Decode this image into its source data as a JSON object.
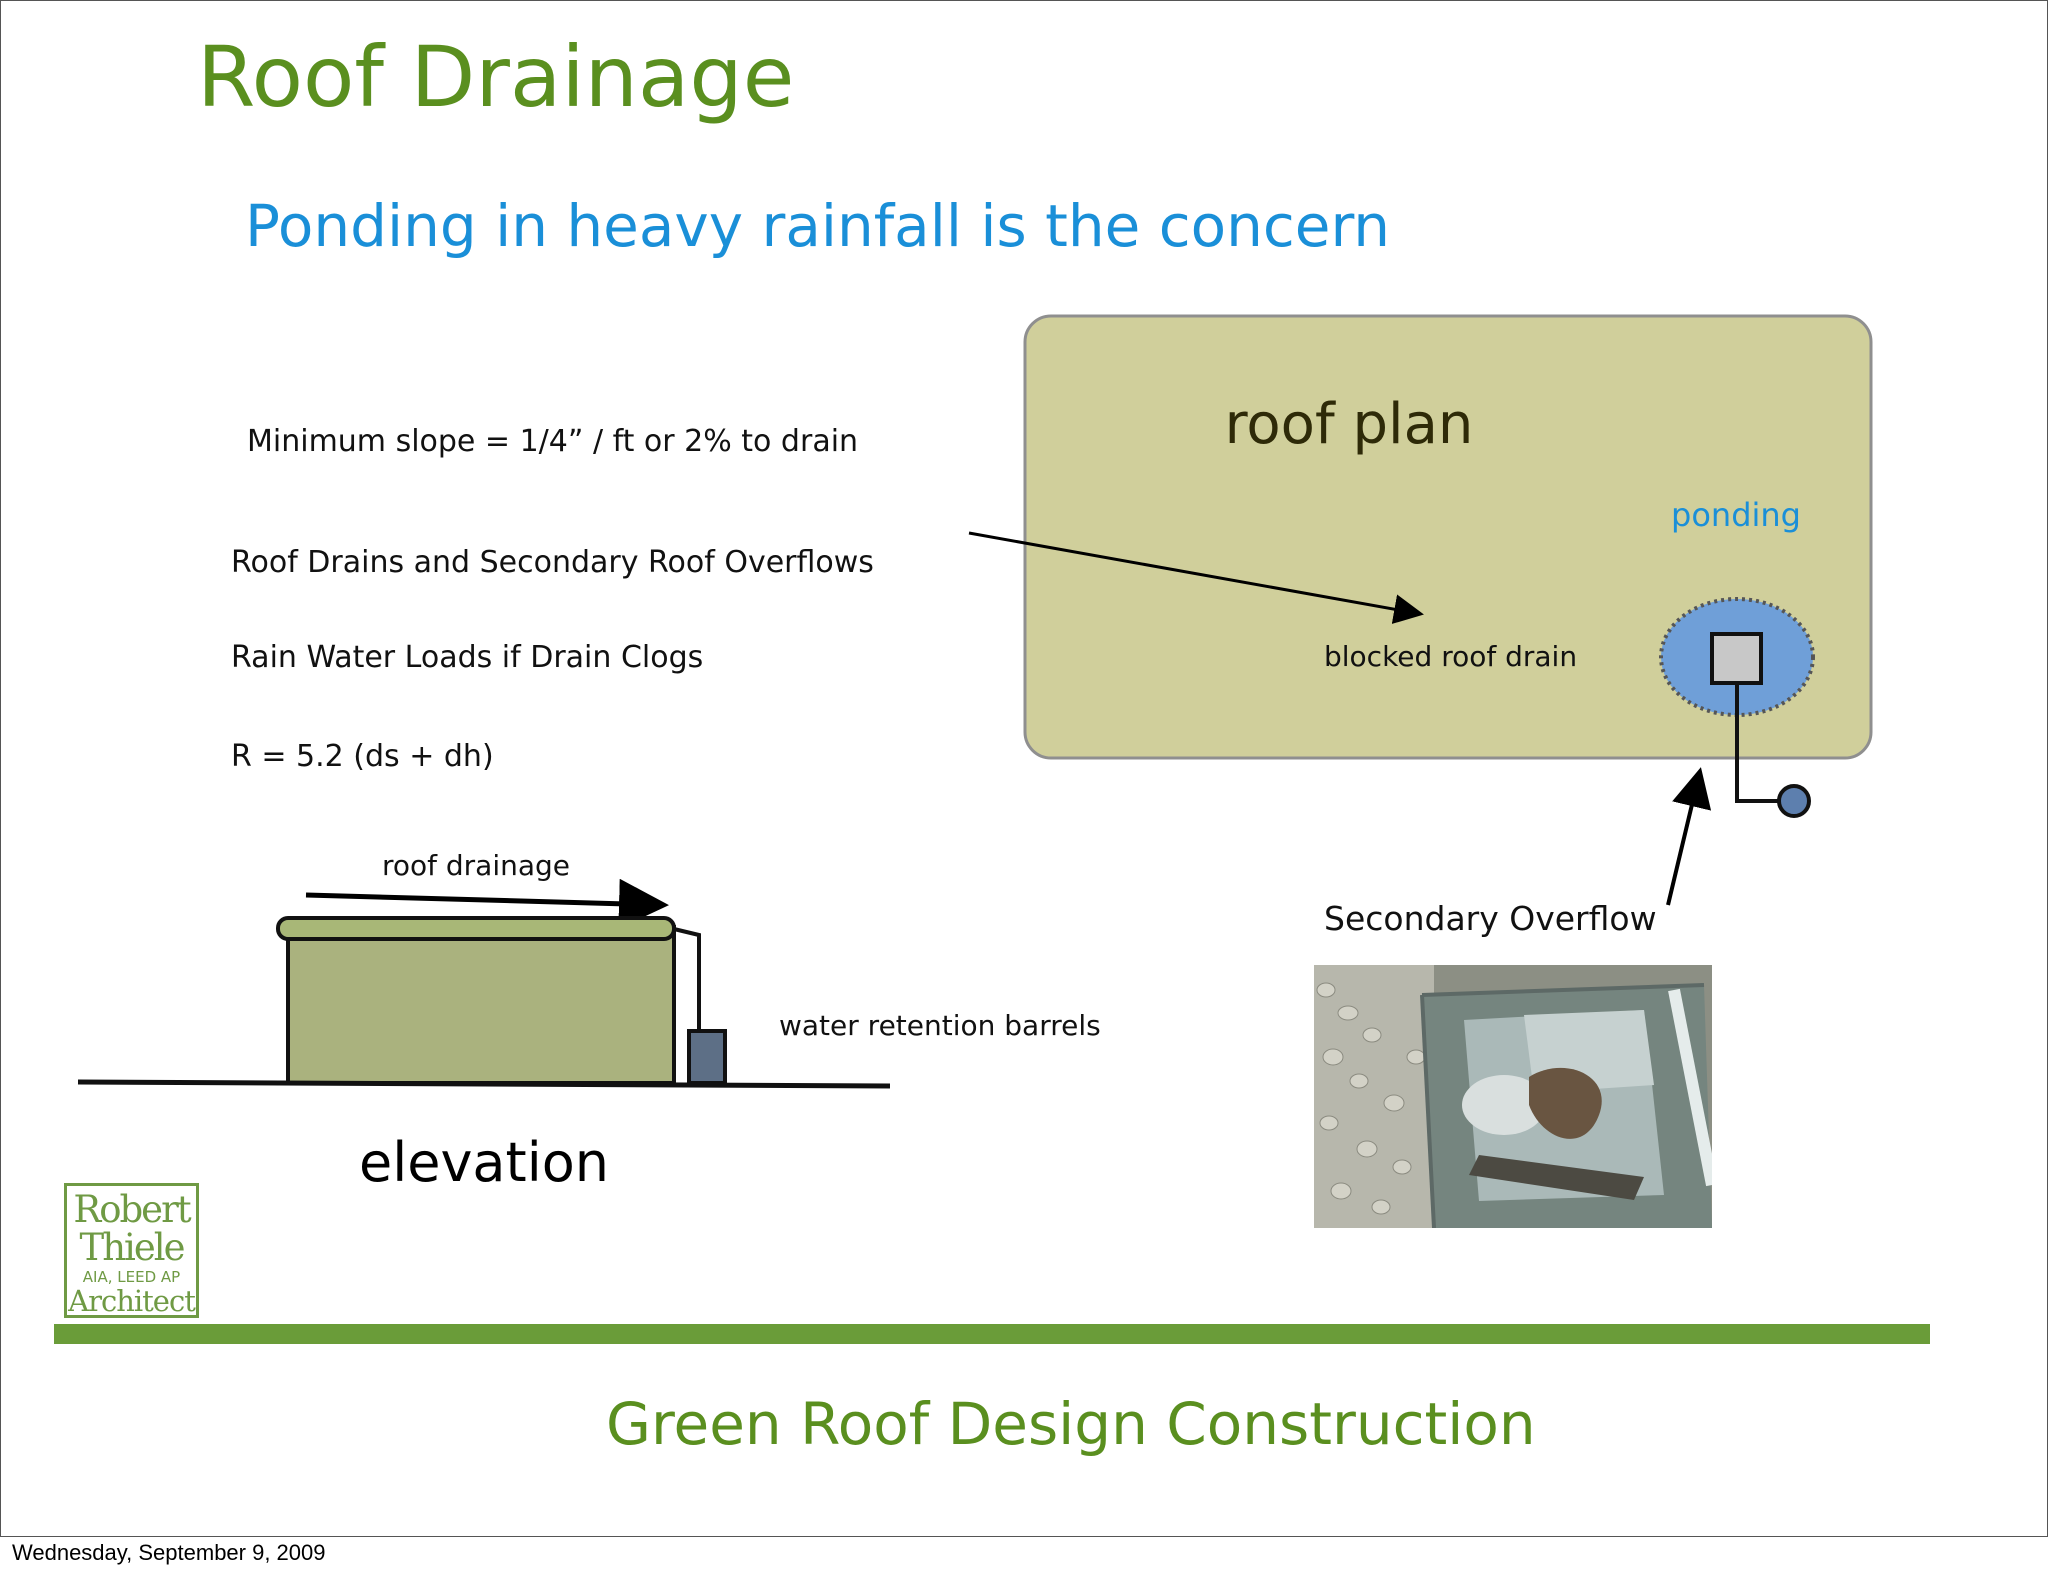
{
  "slide": {
    "title": "Roof Drainage",
    "subtitle": "Ponding in heavy rainfall is the concern",
    "points": [
      "Minimum slope = 1/4” / ft  or 2% to drain",
      "Roof Drains and Secondary Roof Overflows",
      "Rain Water Loads if Drain Clogs",
      "R = 5.2 (ds + dh)"
    ],
    "footer_title": "Green Roof Design Construction"
  },
  "roof_plan": {
    "label": "roof plan",
    "ponding_label": "ponding",
    "drain_label": "blocked  roof drain",
    "overflow_label": "Secondary Overflow"
  },
  "elevation": {
    "label": "elevation",
    "drainage_label": "roof drainage",
    "barrels_label": "water retention barrels"
  },
  "logo": {
    "line1": "Robert",
    "line2": "Thiele",
    "line3": "AIA, LEED AP",
    "line4": "Architect"
  },
  "date_footer": "Wednesday, September 9, 2009",
  "colors": {
    "title": "#5a8f1f",
    "subtitle": "#1a8fd8",
    "roof_plan_fill": "#d0cf9b",
    "ponding_fill": "#6f9fd8",
    "building_fill": "#aab27e",
    "barrel_fill": "#5d6f86",
    "green_bar": "#6a9c39"
  }
}
